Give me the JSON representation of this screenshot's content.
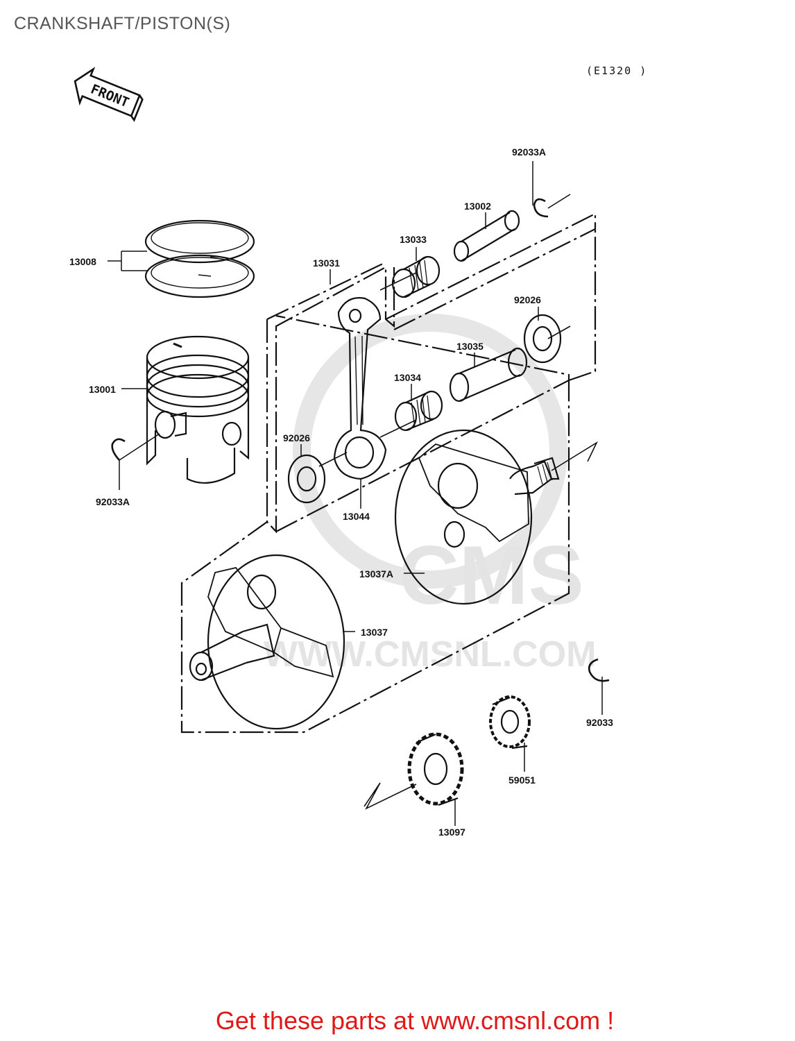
{
  "page": {
    "title": "CRANKSHAFT/PISTON(S)",
    "ref_code": "(E1320 )",
    "front_label": "FRONT",
    "footer": "Get these parts at www.cmsnl.com !"
  },
  "parts": [
    {
      "id": "p-92033a-top",
      "number": "92033A"
    },
    {
      "id": "p-13002",
      "number": "13002"
    },
    {
      "id": "p-13033",
      "number": "13033"
    },
    {
      "id": "p-13031",
      "number": "13031"
    },
    {
      "id": "p-13008",
      "number": "13008"
    },
    {
      "id": "p-92026-right",
      "number": "92026"
    },
    {
      "id": "p-13035",
      "number": "13035"
    },
    {
      "id": "p-13034",
      "number": "13034"
    },
    {
      "id": "p-13001",
      "number": "13001"
    },
    {
      "id": "p-92026-left",
      "number": "92026"
    },
    {
      "id": "p-92033a-left",
      "number": "92033A"
    },
    {
      "id": "p-13044",
      "number": "13044"
    },
    {
      "id": "p-13037a",
      "number": "13037A"
    },
    {
      "id": "p-13037",
      "number": "13037"
    },
    {
      "id": "p-92033",
      "number": "92033"
    },
    {
      "id": "p-59051",
      "number": "59051"
    },
    {
      "id": "p-13097",
      "number": "13097"
    }
  ],
  "watermark": {
    "text": "CMS",
    "url": "WWW.CMSNL.COM"
  },
  "colors": {
    "line": "#111111",
    "footer": "#e01818",
    "title": "#555555",
    "watermark": "#e4e4e4"
  }
}
